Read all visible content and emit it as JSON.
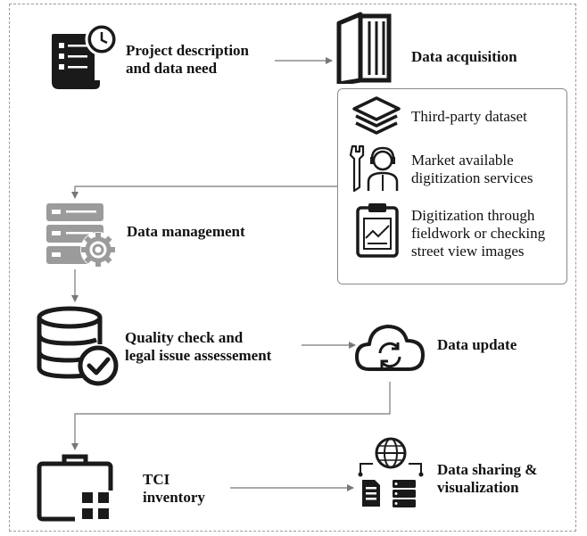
{
  "nodes": {
    "project": "Project description\nand data need",
    "acquisition": "Data acquisition",
    "third_party": "Third-party dataset",
    "market": "Market available\ndigitization services",
    "digitization": "Digitization through\nfieldwork or checking\nstreet view images",
    "management": "Data management",
    "quality": "Quality check and\nlegal issue assessement",
    "update": "Data update",
    "tci": "TCI\ninventory",
    "sharing": "Data sharing &\nvisualization"
  },
  "colors": {
    "dark": "#1a1a1a",
    "gray_icon": "#9b9b9b",
    "line": "#777777",
    "frame": "#9a9a9a"
  },
  "icons": [
    "checklist-clock-icon",
    "open-book-icon",
    "layers-icon",
    "technician-icon",
    "clipboard-chart-icon",
    "server-gear-icon",
    "database-check-icon",
    "cloud-sync-icon",
    "toolbox-icon",
    "globe-network-icon"
  ]
}
